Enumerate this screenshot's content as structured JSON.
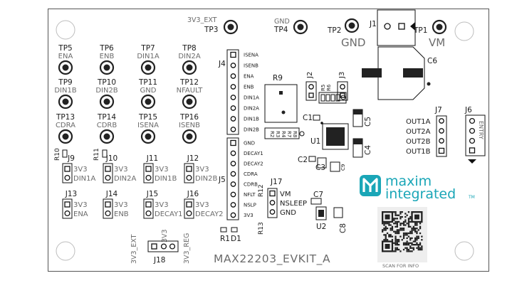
{
  "board": {
    "name": "MAX22203_EVKIT_A",
    "top_testpoints": [
      {
        "id": "3v3_ext",
        "label": "3V3_EXT"
      },
      {
        "id": "tp3",
        "label": "TP3"
      },
      {
        "id": "gnd_top",
        "label": "GND"
      },
      {
        "id": "tp4",
        "label": "TP4"
      },
      {
        "id": "tp2",
        "label": "TP2"
      },
      {
        "id": "gnd_big",
        "label": "GND"
      },
      {
        "id": "j1",
        "label": "J1"
      },
      {
        "id": "tp1",
        "label": "TP1"
      },
      {
        "id": "vm",
        "label": "VM"
      }
    ],
    "testpoints_grid": [
      {
        "tp": "TP5",
        "net": "ENA"
      },
      {
        "tp": "TP6",
        "net": "ENB"
      },
      {
        "tp": "TP7",
        "net": "DIN1A"
      },
      {
        "tp": "TP8",
        "net": "DIN2A"
      },
      {
        "tp": "TP9",
        "net": "DIN1B"
      },
      {
        "tp": "TP10",
        "net": "DIN2B"
      },
      {
        "tp": "TP11",
        "net": "GND"
      },
      {
        "tp": "TP12",
        "net": "NFAULT"
      },
      {
        "tp": "TP13",
        "net": "CDRA"
      },
      {
        "tp": "TP14",
        "net": "CDRB"
      },
      {
        "tp": "TP15",
        "net": "ISENA"
      },
      {
        "tp": "TP16",
        "net": "ISENB"
      }
    ],
    "jumpers_row1": [
      {
        "ref": "J9",
        "top": "3V3",
        "bottom": "DIN1A"
      },
      {
        "ref": "J10",
        "top": "3V3",
        "bottom": "DIN2A"
      },
      {
        "ref": "J11",
        "top": "3V3",
        "bottom": "DIN1B"
      },
      {
        "ref": "J12",
        "top": "3V3",
        "bottom": "DIN2B"
      }
    ],
    "jumpers_row2": [
      {
        "ref": "J13",
        "top": "3V3",
        "bottom": "ENA"
      },
      {
        "ref": "J14",
        "top": "3V3",
        "bottom": "ENB"
      },
      {
        "ref": "J15",
        "top": "3V3",
        "bottom": "DECAY1"
      },
      {
        "ref": "J16",
        "top": "3V3",
        "bottom": "DECAY2"
      }
    ],
    "resistors_left": {
      "r10": "R10",
      "r11": "R11"
    },
    "j4": {
      "ref": "J4",
      "pins": [
        "ISENA",
        "ISENB",
        "ENA",
        "ENB",
        "DIN1A",
        "DIN2A",
        "DIN1B",
        "DIN2B"
      ]
    },
    "j5": {
      "ref": "J5",
      "pins": [
        "GND",
        "DECAY1",
        "DECAY2",
        "CDRA",
        "CDRB",
        "NFLT",
        "NSLP",
        "3V3"
      ]
    },
    "center_parts": {
      "r9": "R9",
      "j2": "J2",
      "j3": "J3",
      "r5": "R5",
      "r6": "R6",
      "c1": "C1",
      "c2": "C2",
      "c3": "C3",
      "c4": "C4",
      "c5": "C5",
      "c9": "C9",
      "r2": "R2",
      "r3": "R3",
      "r4": "R4",
      "r7": "R7",
      "r8": "R8",
      "u1": "U1",
      "c6": "C6",
      "c7": "C7",
      "c8": "C8",
      "u2": "U2"
    },
    "j17": {
      "ref": "J17",
      "pins": [
        "VM",
        "NSLEEP",
        "GND"
      ],
      "r12": "R12",
      "r13": "R13"
    },
    "bottom_left": {
      "r1": "R1",
      "d1": "D1",
      "j18": "J18",
      "labels": [
        "3V3_EXT",
        "3V3",
        "3V3_REG"
      ]
    },
    "j7": {
      "ref": "J7",
      "pins": [
        "OUT1A",
        "OUT2A",
        "OUT2B",
        "OUT1B"
      ]
    },
    "j6": {
      "ref": "J6",
      "label": "ENTRY"
    },
    "logo": {
      "line1": "maxim",
      "line2": "integrated",
      "tm": "TM",
      "color": "#1aa6b7"
    },
    "qr": {
      "caption": "SCAN FOR INFO"
    }
  }
}
